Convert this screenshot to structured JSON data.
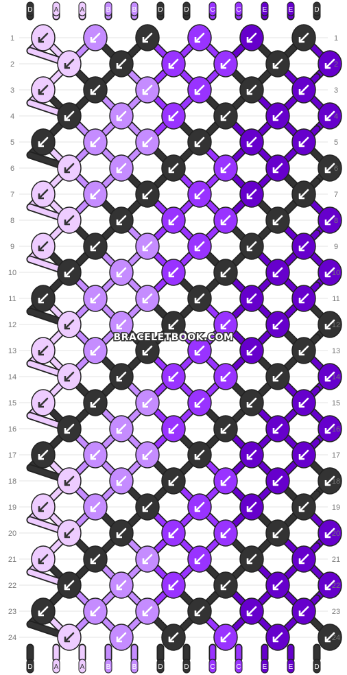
{
  "watermark": "BRACELETBOOK.COM",
  "strand_letters": [
    "D",
    "A",
    "A",
    "B",
    "B",
    "D",
    "D",
    "C",
    "C",
    "E",
    "E",
    "D"
  ],
  "colors": {
    "A": "#eeccff",
    "B": "#c58cff",
    "C": "#9933ff",
    "D": "#333333",
    "E": "#6600cc"
  },
  "label_text_colors": {
    "A": "#333333",
    "B": "#ffffff",
    "C": "#ffffff",
    "D": "#ffffff",
    "E": "#ffffff"
  },
  "row_count": 24,
  "row_labels": [
    "1",
    "2",
    "3",
    "4",
    "5",
    "6",
    "7",
    "8",
    "9",
    "10",
    "11",
    "12",
    "13",
    "14",
    "15",
    "16",
    "17",
    "18",
    "19",
    "20",
    "21",
    "22",
    "23",
    "24"
  ],
  "knot_icon": "arrow-down-left-icon",
  "knots": [
    [
      "A",
      "B",
      "D",
      "C",
      "E",
      "D"
    ],
    [
      "A",
      "D",
      "C",
      "C",
      "D",
      "E"
    ],
    [
      "A",
      "D",
      "B",
      "C",
      "D",
      "E"
    ],
    [
      "D",
      "B",
      "C",
      "D",
      "E",
      "E"
    ],
    [
      "D",
      "B",
      "B",
      "D",
      "E",
      "E"
    ],
    [
      "A",
      "B",
      "D",
      "C",
      "E",
      "D"
    ],
    [
      "A",
      "B",
      "D",
      "C",
      "E",
      "D"
    ],
    [
      "A",
      "D",
      "C",
      "C",
      "D",
      "E"
    ],
    [
      "A",
      "D",
      "B",
      "C",
      "D",
      "E"
    ],
    [
      "D",
      "B",
      "C",
      "D",
      "E",
      "E"
    ],
    [
      "D",
      "B",
      "B",
      "D",
      "E",
      "E"
    ],
    [
      "A",
      "B",
      "D",
      "C",
      "E",
      "D"
    ],
    [
      "A",
      "B",
      "D",
      "C",
      "E",
      "D"
    ],
    [
      "A",
      "D",
      "C",
      "C",
      "D",
      "E"
    ],
    [
      "A",
      "D",
      "B",
      "C",
      "D",
      "E"
    ],
    [
      "D",
      "B",
      "C",
      "D",
      "E",
      "E"
    ],
    [
      "D",
      "B",
      "B",
      "D",
      "E",
      "E"
    ],
    [
      "A",
      "B",
      "D",
      "C",
      "E",
      "D"
    ],
    [
      "A",
      "B",
      "D",
      "C",
      "E",
      "D"
    ],
    [
      "A",
      "D",
      "C",
      "C",
      "D",
      "E"
    ],
    [
      "A",
      "D",
      "B",
      "C",
      "D",
      "E"
    ],
    [
      "D",
      "B",
      "C",
      "D",
      "E",
      "E"
    ],
    [
      "D",
      "B",
      "B",
      "D",
      "E",
      "E"
    ],
    [
      "A",
      "B",
      "D",
      "C",
      "E",
      "D"
    ]
  ]
}
